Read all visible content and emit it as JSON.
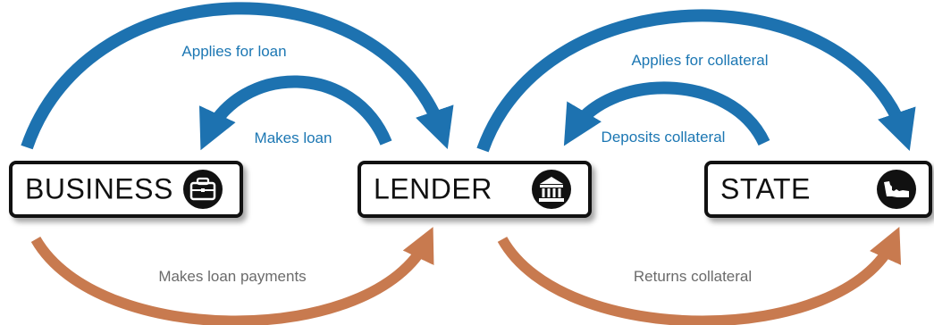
{
  "colors": {
    "primary_flow": "#1d72b0",
    "payment_flow": "#c87a4f",
    "box_border": "#111111"
  },
  "entities": [
    {
      "id": "business",
      "label": "BUSINESS",
      "icon": "briefcase-icon"
    },
    {
      "id": "lender",
      "label": "LENDER",
      "icon": "bank-icon"
    },
    {
      "id": "state",
      "label": "STATE",
      "icon": "state-map-icon"
    }
  ],
  "flows": {
    "applies_for_loan": "Applies for loan",
    "makes_loan": "Makes loan",
    "makes_loan_payments": "Makes loan payments",
    "applies_for_collateral": "Applies for collateral",
    "deposits_collateral": "Deposits collateral",
    "returns_collateral": "Returns collateral"
  }
}
